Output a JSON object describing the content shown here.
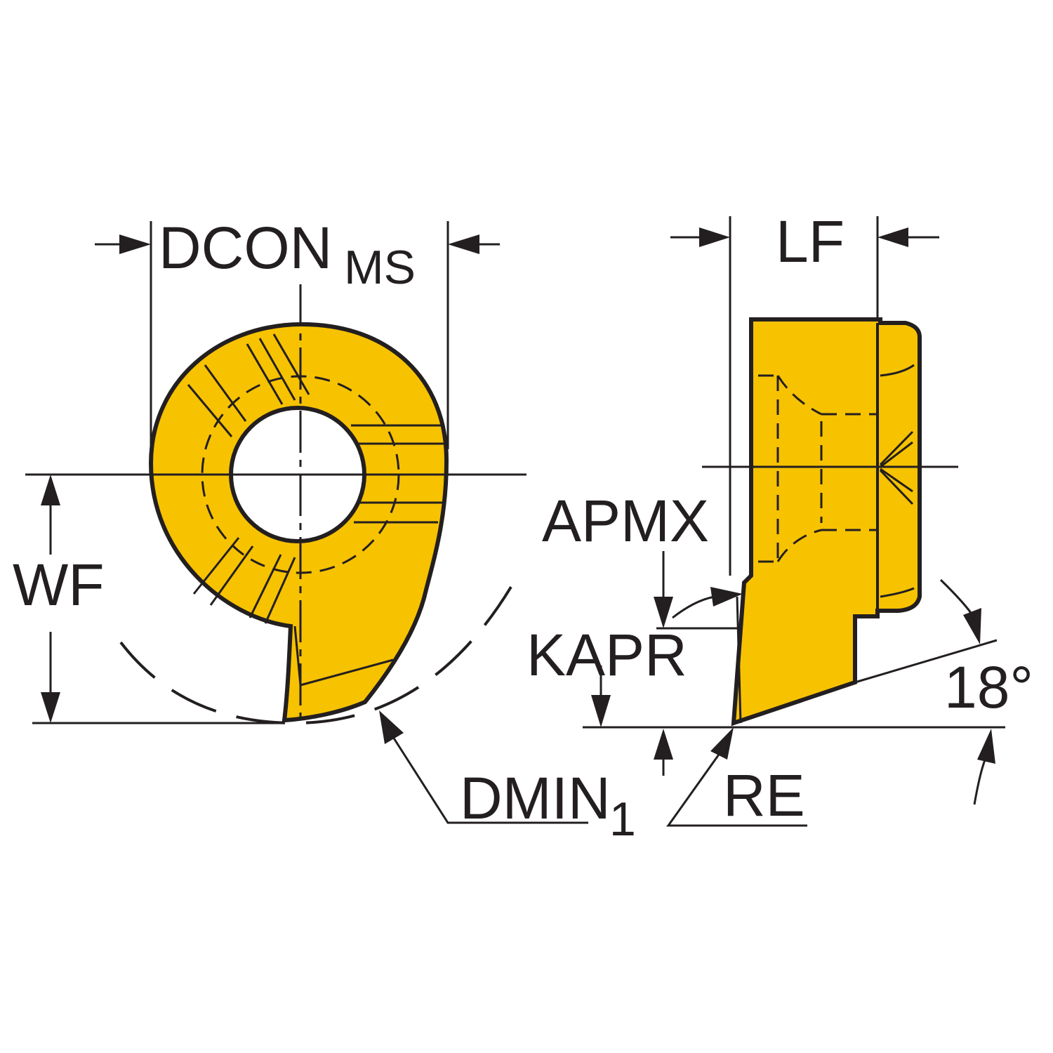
{
  "colors": {
    "insert": "#f7c200",
    "ink": "#231f20",
    "background": "#ffffff"
  },
  "labels": {
    "dcon_main": "DCON",
    "dcon_sub": "MS",
    "lf": "LF",
    "wf": "WF",
    "apmx": "APMX",
    "kapr": "KAPR",
    "angle": "18°",
    "dmin_main": "DMIN",
    "dmin_sub": "1",
    "re": "RE"
  }
}
